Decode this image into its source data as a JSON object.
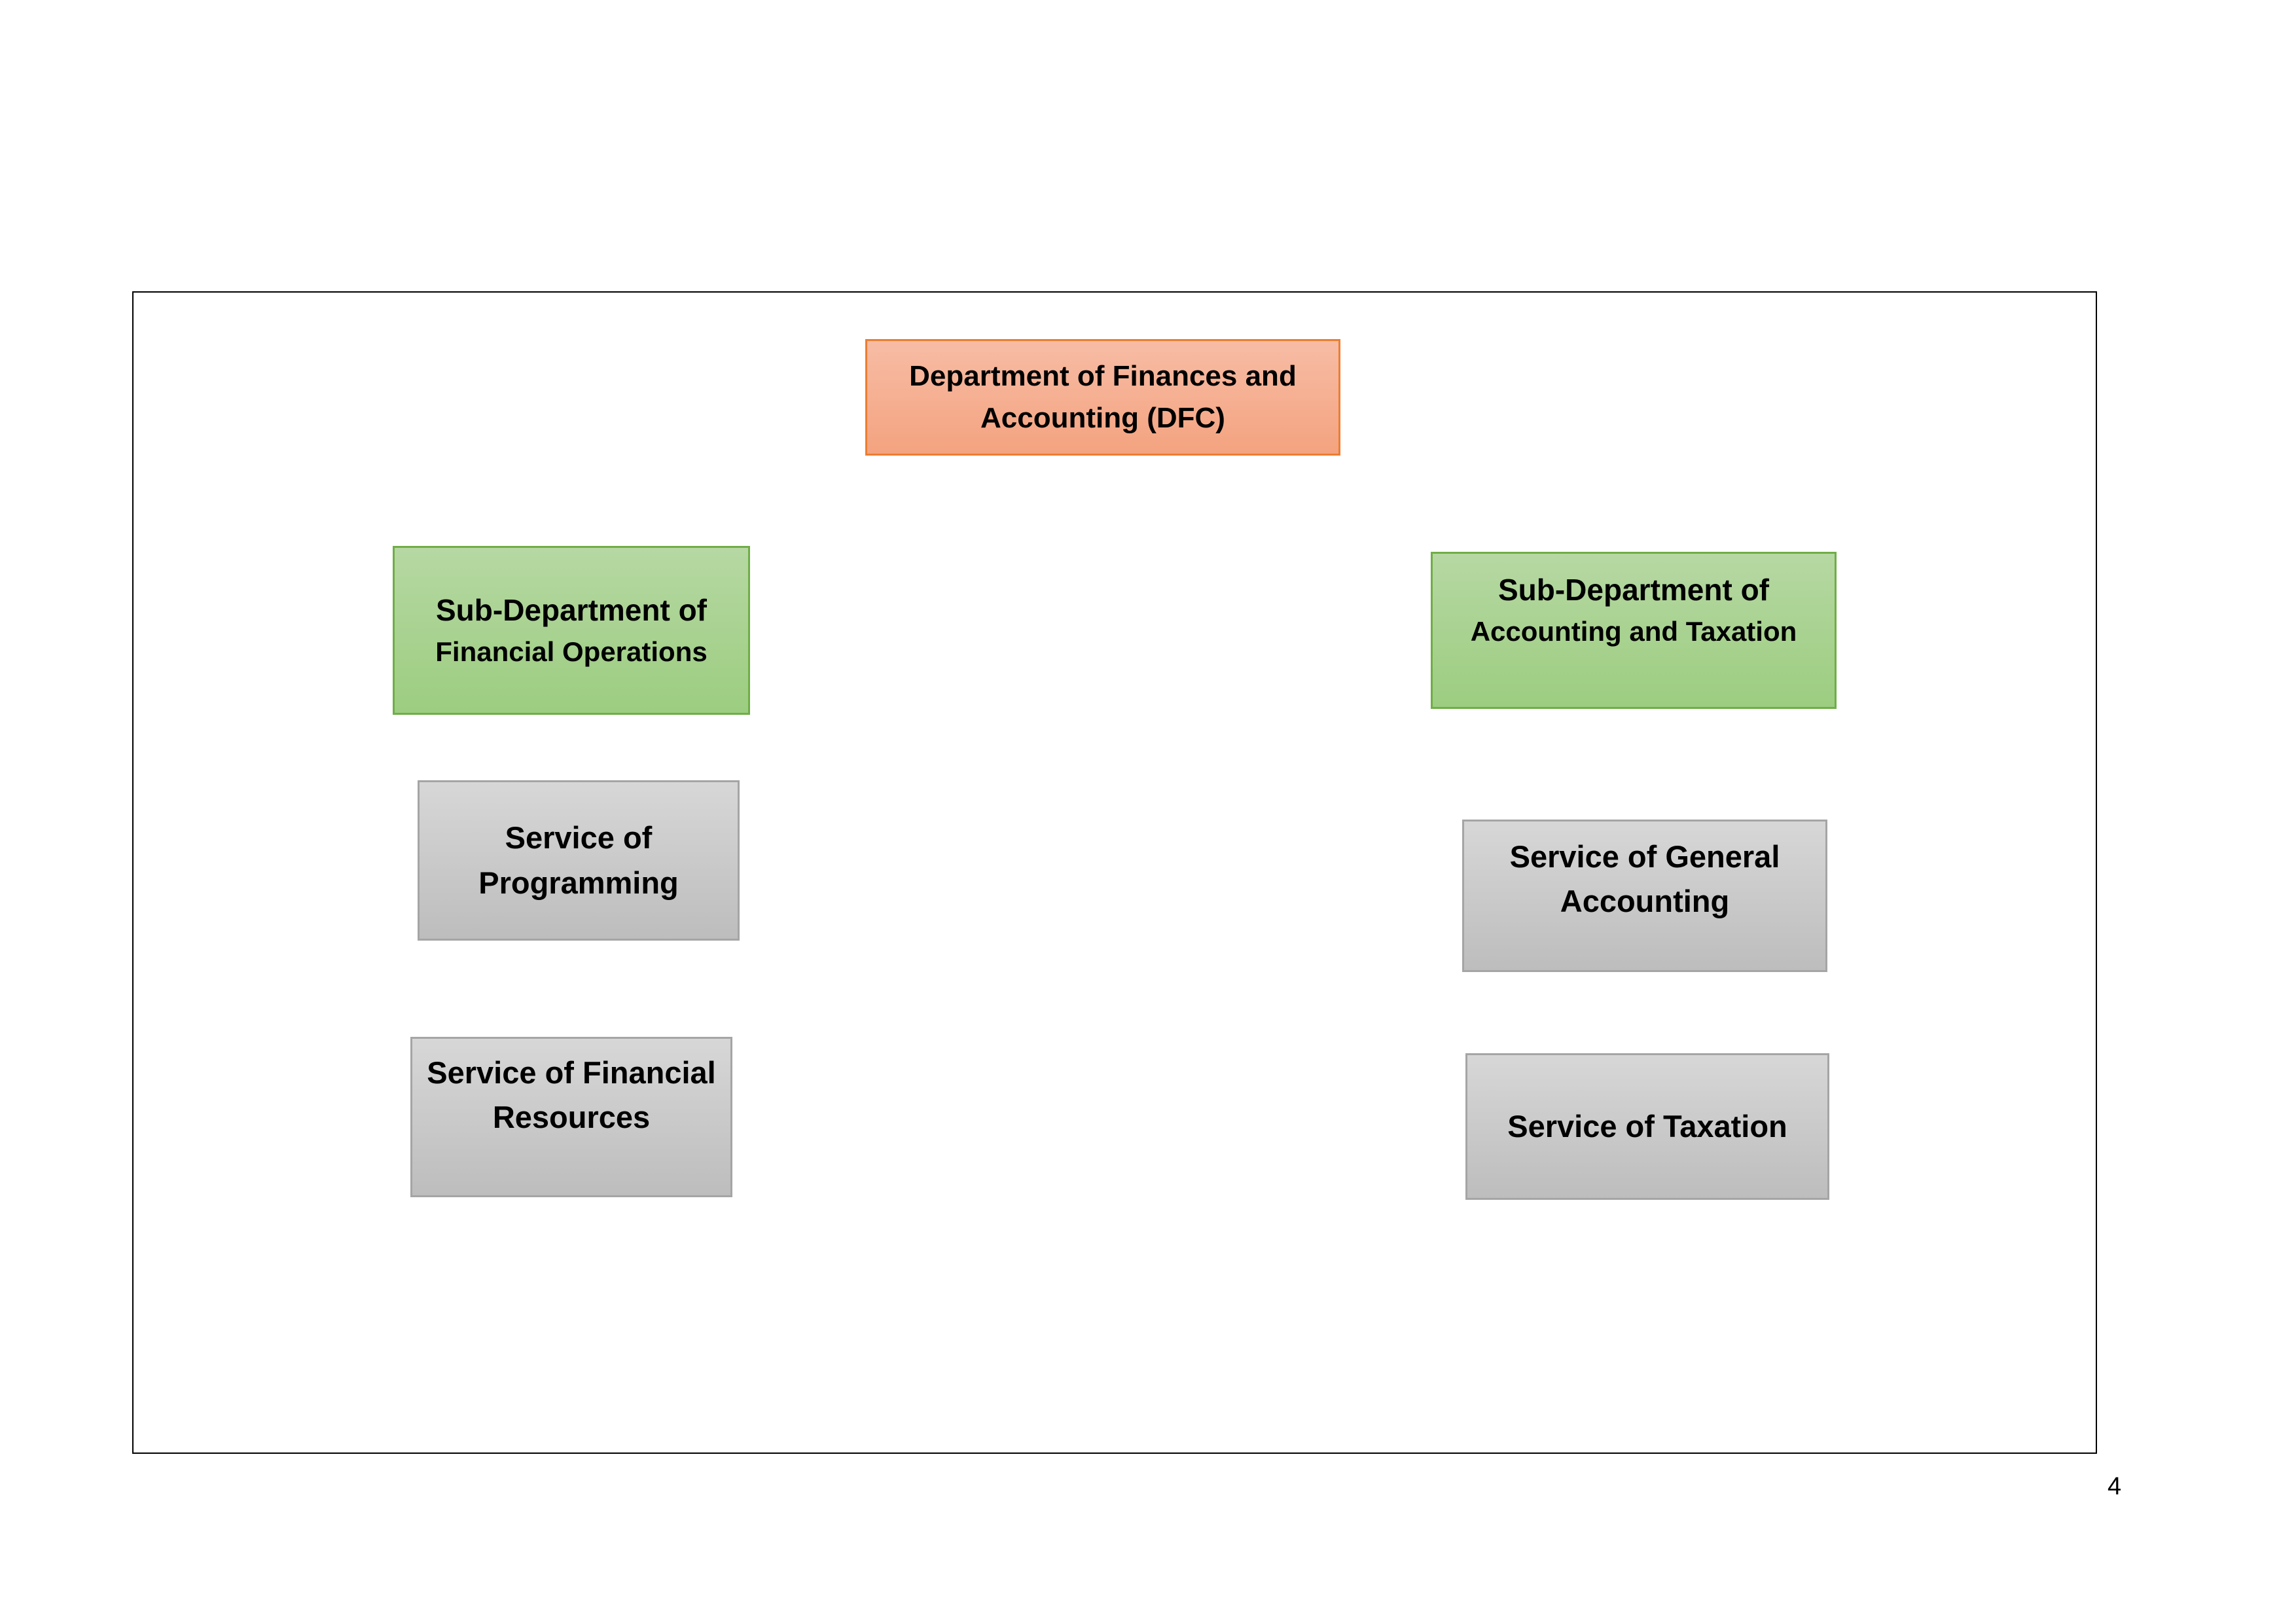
{
  "diagram": {
    "department": {
      "lines": [
        "Department of Finances and",
        "Accounting (DFC)"
      ],
      "fill_color": "#f4a37f",
      "border_color": "#ed7d31"
    },
    "sub_departments": [
      {
        "lines": [
          "Sub-Department of",
          "Financial Operations"
        ],
        "fill_color": "#a9d18e",
        "border_color": "#70ad47"
      },
      {
        "lines": [
          "Sub-Department of",
          "Accounting and Taxation"
        ],
        "fill_color": "#a9d18e",
        "border_color": "#70ad47"
      }
    ],
    "services": [
      {
        "lines": [
          "Service of",
          "Programming"
        ]
      },
      {
        "lines": [
          "Service of Financial",
          "Resources"
        ]
      },
      {
        "lines": [
          "Service of General",
          "Accounting"
        ]
      },
      {
        "lines": [
          "Service of Taxation"
        ]
      }
    ],
    "service_fill_color": "#c9c9c9",
    "service_border_color": "#a5a5a5"
  },
  "page_number": "4"
}
